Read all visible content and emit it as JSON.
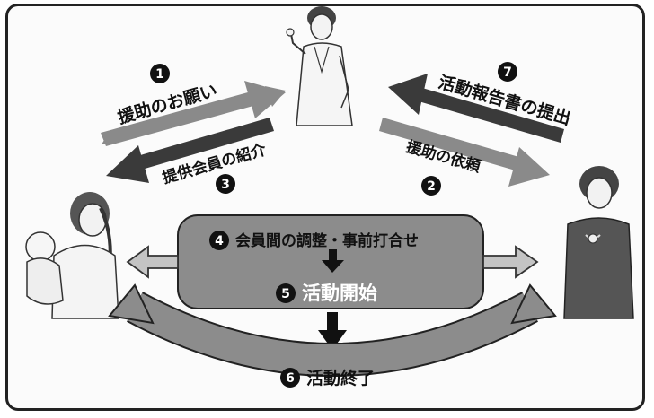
{
  "steps": {
    "s1": {
      "num": "1",
      "label": "援助のお願い"
    },
    "s2": {
      "num": "2",
      "label": "援助の依頼"
    },
    "s3": {
      "num": "3",
      "label": "提供会員の紹介"
    },
    "s4": {
      "num": "4",
      "label": "会員間の調整・事前打合せ"
    },
    "s5": {
      "num": "5",
      "label": "活動開始"
    },
    "s6": {
      "num": "6",
      "label": "活動終了"
    },
    "s7": {
      "num": "7",
      "label": "活動報告書の提出"
    }
  },
  "people": {
    "coordinator": "advisor-woman-figure",
    "requester": "mother-with-baby-figure",
    "provider": "provider-woman-figure"
  },
  "colors": {
    "dark_arrow": "#3a3a3a",
    "light_arrow": "#8a8a8a",
    "center_box": "#8c8c8c",
    "badge": "#111111"
  }
}
